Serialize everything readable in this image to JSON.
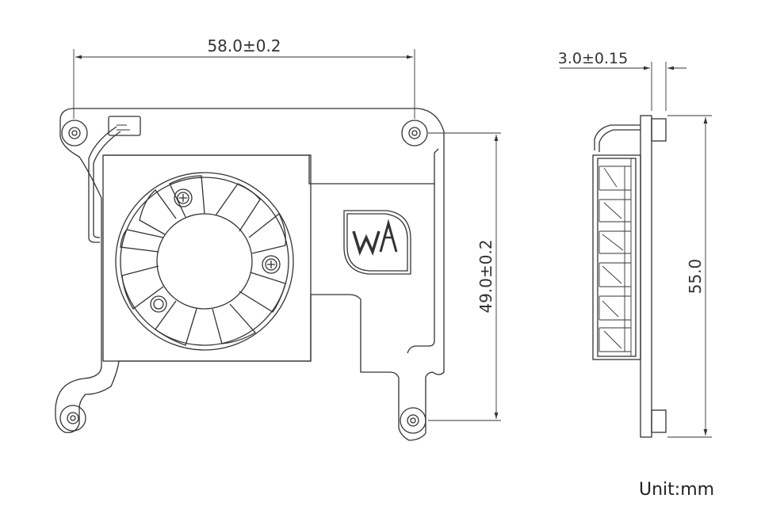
{
  "dimensions": {
    "width_top": "58.0±0.2",
    "hole_spacing_vertical": "49.0±0.2",
    "thickness_side": "3.0±0.15",
    "height_side": "55.0"
  },
  "unit_label": "Unit:mm",
  "colors": {
    "line": "#333333",
    "background": "#ffffff"
  }
}
